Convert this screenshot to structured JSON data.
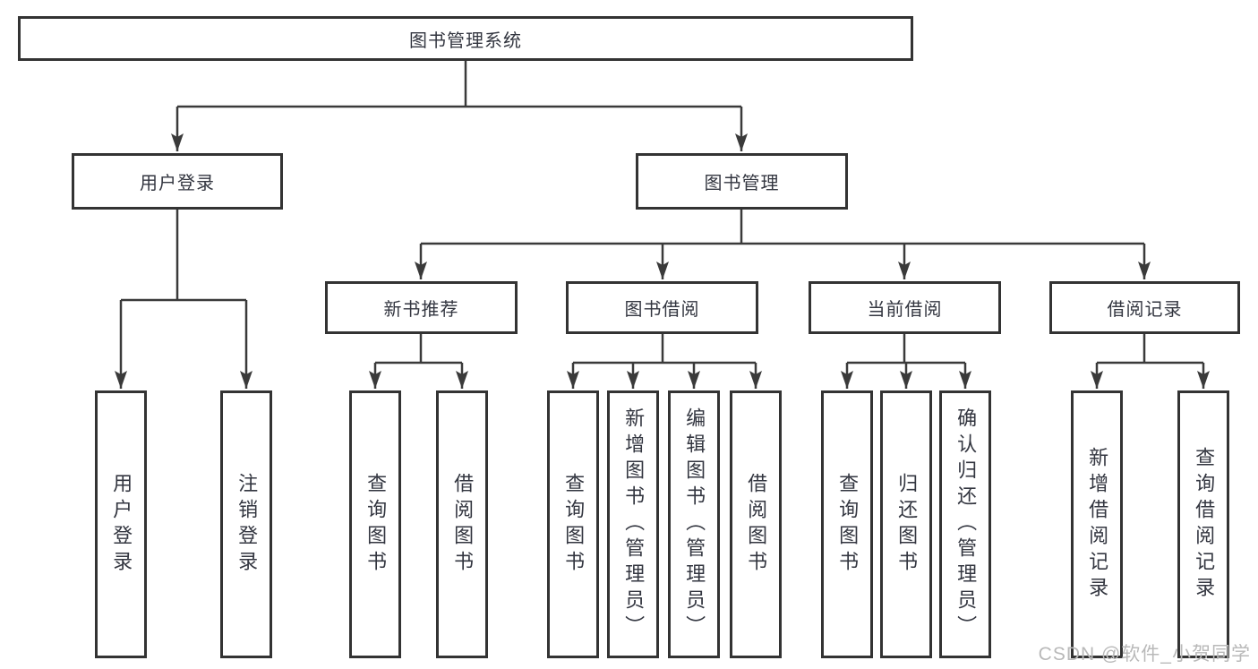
{
  "diagram": {
    "root": "图书管理系统",
    "user_login": {
      "label": "用户登录",
      "leaves": [
        "用户登录",
        "注销登录"
      ]
    },
    "book_mgmt": {
      "label": "图书管理",
      "groups": [
        {
          "label": "新书推荐",
          "leaves": [
            "查询图书",
            "借阅图书"
          ]
        },
        {
          "label": "图书借阅",
          "leaves": [
            "查询图书",
            "新增图书（管理员）",
            "编辑图书（管理员）",
            "借阅图书"
          ]
        },
        {
          "label": "当前借阅",
          "leaves": [
            "查询图书",
            "归还图书",
            "确认归还（管理员）"
          ]
        },
        {
          "label": "借阅记录",
          "leaves": [
            "新增借阅记录",
            "查询借阅记录"
          ]
        }
      ]
    }
  },
  "watermark": "CSDN @软件_小贺同学",
  "colors": {
    "line": "#3a3a3a",
    "border": "#333333",
    "text": "#333640",
    "watermark": "#b9b9b9",
    "background": "#ffffff"
  }
}
